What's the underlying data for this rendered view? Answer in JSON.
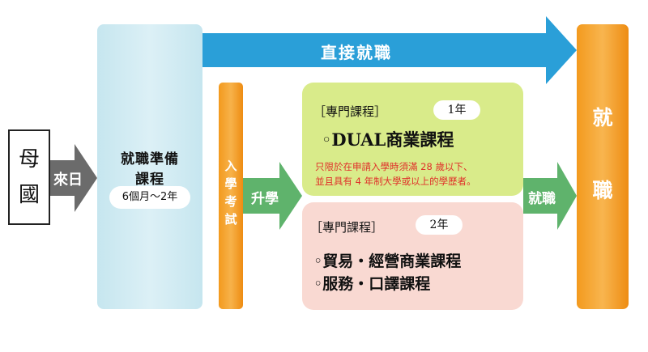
{
  "home": {
    "line1": "母",
    "line2": "國"
  },
  "arrows": {
    "home_to_prep": "來日",
    "direct": "直接就職",
    "exam_to_course": "升學",
    "course_to_job": "就職"
  },
  "prep": {
    "line1": "就職準備",
    "line2": "課程",
    "duration": "6個月～2年"
  },
  "exam": {
    "chars": [
      "入",
      "學",
      "考",
      "試"
    ]
  },
  "employment": {
    "chars": [
      "就",
      "職"
    ]
  },
  "dual_course": {
    "tag": "［專門課程］",
    "years": "1年",
    "title": "◦DUAL商業課程",
    "note_line1": "只限於在申請入學時須滿 28 歲以下、",
    "note_line2": "並且具有 4 年制大學或以上的學歷者。"
  },
  "trade_course": {
    "tag": "［專門課程］",
    "years": "2年",
    "item1": "◦貿易・經營商業課程",
    "item2": "◦服務・口譯課程"
  },
  "colors": {
    "arrow_gray": "#6b6b6b",
    "arrow_blue": "#2a9fd8",
    "arrow_green": "#5fb36c",
    "orange": "#f39a1e",
    "prep_blue": "#c6e6ef",
    "dual_green": "#d9eb8a",
    "trade_pink": "#f9d9d2",
    "note_red": "#e0302a"
  }
}
